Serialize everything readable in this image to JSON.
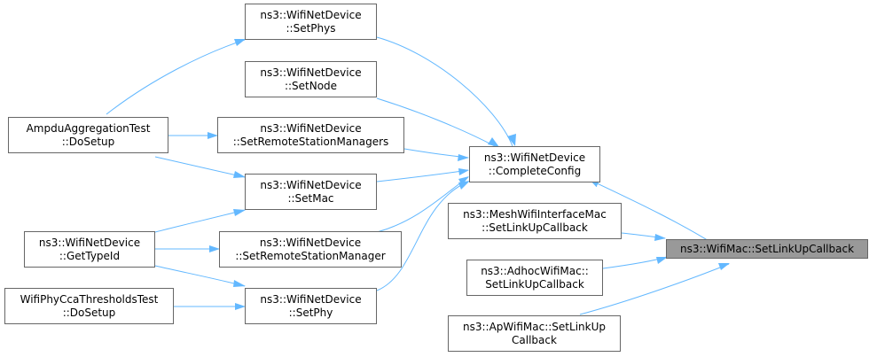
{
  "nodes": {
    "setPhys": {
      "line1": "ns3::WifiNetDevice",
      "line2": "::SetPhys"
    },
    "setNode": {
      "line1": "ns3::WifiNetDevice",
      "line2": "::SetNode"
    },
    "ampduSetup": {
      "line1": "AmpduAggregationTest",
      "line2": "::DoSetup"
    },
    "setRsms": {
      "line1": "ns3::WifiNetDevice",
      "line2": "::SetRemoteStationManagers"
    },
    "setMac": {
      "line1": "ns3::WifiNetDevice",
      "line2": "::SetMac"
    },
    "getTypeId": {
      "line1": "ns3::WifiNetDevice",
      "line2": "::GetTypeId"
    },
    "setRsm": {
      "line1": "ns3::WifiNetDevice",
      "line2": "::SetRemoteStationManager"
    },
    "ccaSetup": {
      "line1": "WifiPhyCcaThresholdsTest",
      "line2": "::DoSetup"
    },
    "setPhy": {
      "line1": "ns3::WifiNetDevice",
      "line2": "::SetPhy"
    },
    "complete": {
      "line1": "ns3::WifiNetDevice",
      "line2": "::CompleteConfig"
    },
    "mesh": {
      "line1": "ns3::MeshWifiInterfaceMac",
      "line2": "::SetLinkUpCallback"
    },
    "adhoc": {
      "line1": "ns3::AdhocWifiMac::",
      "line2": "SetLinkUpCallback"
    },
    "ap": {
      "line1": "ns3::ApWifiMac::SetLinkUp",
      "line2": "Callback"
    },
    "target": {
      "line1": "ns3::WifiMac::SetLinkUpCallback"
    }
  },
  "colors": {
    "edge": "#63b8ff",
    "border": "#666666",
    "target_fill": "#999999"
  }
}
